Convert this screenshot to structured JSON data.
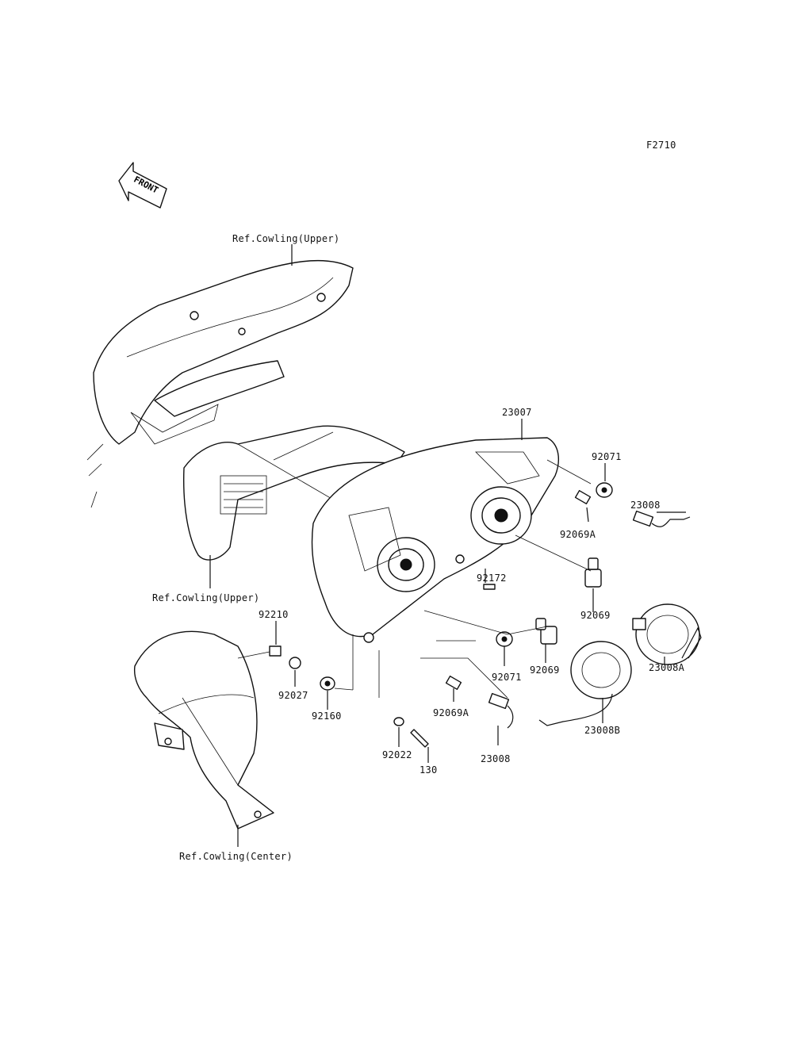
{
  "figure_code": "F2710",
  "front_arrow_text": "FRONT",
  "refs": {
    "cowling_upper_top": "Ref.Cowling(Upper)",
    "cowling_upper_mid": "Ref.Cowling(Upper)",
    "cowling_center": "Ref.Cowling(Center)"
  },
  "parts": {
    "p23007": "23007",
    "p92071_top": "92071",
    "p23008_top": "23008",
    "p92069A_top": "92069A",
    "p92172": "92172",
    "p92069_right": "92069",
    "p23008A": "23008A",
    "p92071_mid": "92071",
    "p92069_mid": "92069",
    "p23008B": "23008B",
    "p92069A_bottom": "92069A",
    "p23008_bottom": "23008",
    "p92210": "92210",
    "p92027": "92027",
    "p92160": "92160",
    "p92022": "92022",
    "p130": "130"
  }
}
